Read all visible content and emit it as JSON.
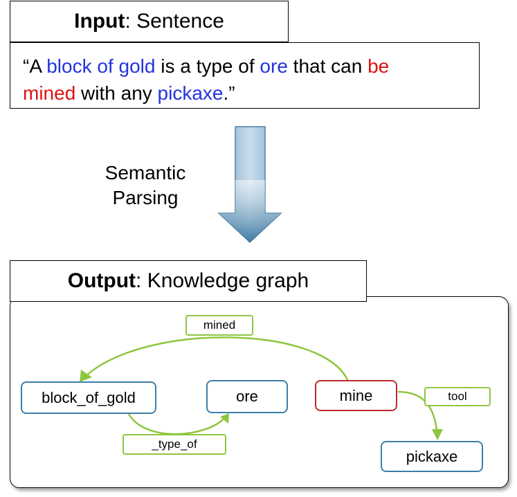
{
  "input": {
    "label_bold": "Input",
    "label_rest": " : Sentence",
    "sentence": {
      "open_quote": "“A ",
      "t1": "block of gold",
      "t2": " is a type of ",
      "t3": "ore",
      "t4": " that can ",
      "t5": "be",
      "t6": "mined",
      "t7": " with any ",
      "t8": "pickaxe",
      "t9": ".”"
    }
  },
  "process": {
    "line1": "Semantic",
    "line2": "Parsing"
  },
  "output": {
    "label_bold": "Output",
    "label_rest": " : Knowledge graph",
    "nodes": {
      "block_of_gold": "block_of_gold",
      "ore": "ore",
      "mine": "mine",
      "pickaxe": "pickaxe"
    },
    "edges": {
      "mined": "mined",
      "type_of": "_type_of",
      "tool": "tool"
    }
  },
  "colors": {
    "entity_text": "#2233dd",
    "relation_text": "#dd1111",
    "node_border": "#3a7fa8",
    "relation_node_border": "#c0282d",
    "edge": "#8ec640"
  }
}
